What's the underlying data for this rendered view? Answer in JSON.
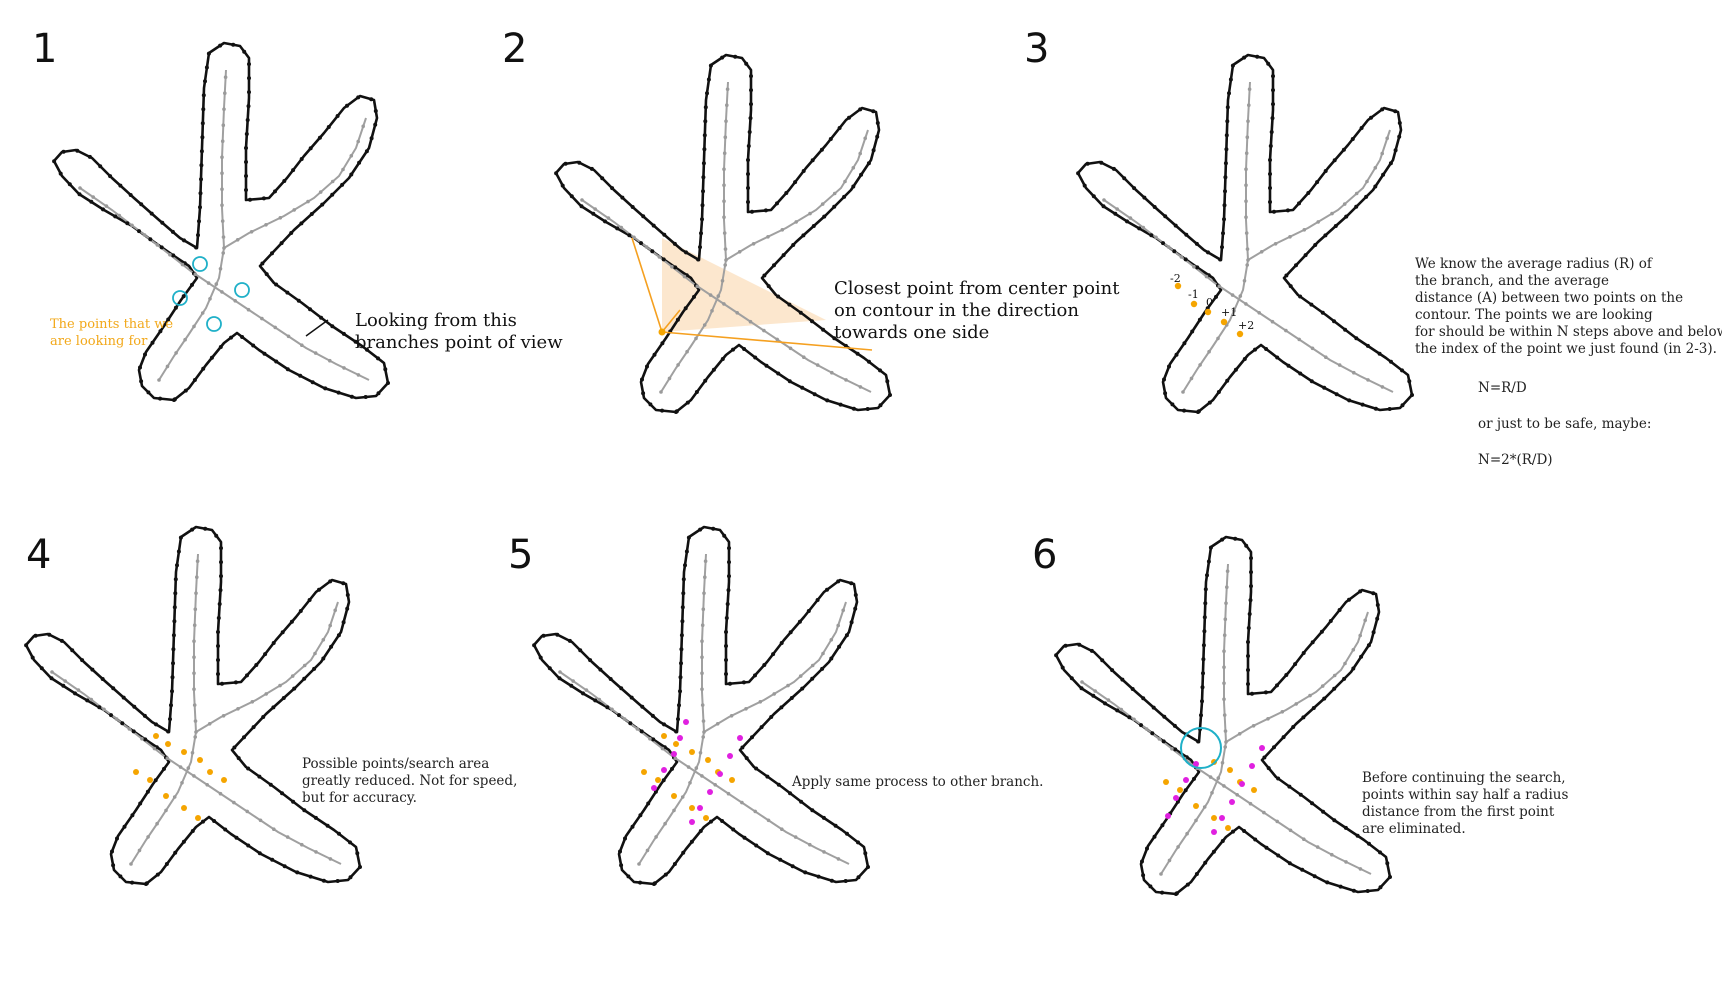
{
  "colors": {
    "contour": "#111111",
    "centerline": "#a0a0a0",
    "centerline_point": "#9a9a9a",
    "contour_point": "#111111",
    "candidate": "#f5a500",
    "candidate_other": "#e020e0",
    "highlight": "#1fb0c8",
    "search_area": "#fbe3c6",
    "ray": "#f5a020"
  },
  "panels": [
    {
      "number": "1",
      "left_note": [
        "The points that we",
        "are looking for"
      ],
      "right_note": [
        "Looking from this",
        "branches point of view"
      ]
    },
    {
      "number": "2",
      "note": [
        "Closest point from center point",
        "on contour in the direction",
        "towards one side"
      ]
    },
    {
      "number": "3",
      "index_labels": [
        "-2",
        "-1",
        "0",
        "+1",
        "+2"
      ],
      "note": [
        "We know the average radius (R) of",
        "the branch, and the average",
        "distance (A) between two points on the",
        "contour. The points we are looking",
        "for should be within N steps above and below",
        "the index of the point we just found (in 2-3)."
      ],
      "formula_1": "N=R/D",
      "formula_note": "or just to be safe, maybe:",
      "formula_2": "N=2*(R/D)"
    },
    {
      "number": "4",
      "note": [
        "Possible points/search area",
        "greatly reduced. Not for speed,",
        "but for accuracy."
      ]
    },
    {
      "number": "5",
      "note": [
        "Apply same process to other branch."
      ]
    },
    {
      "number": "6",
      "note": [
        "Before continuing the search,",
        "points within say half a radius",
        "distance from the first point",
        "are eliminated."
      ]
    }
  ]
}
